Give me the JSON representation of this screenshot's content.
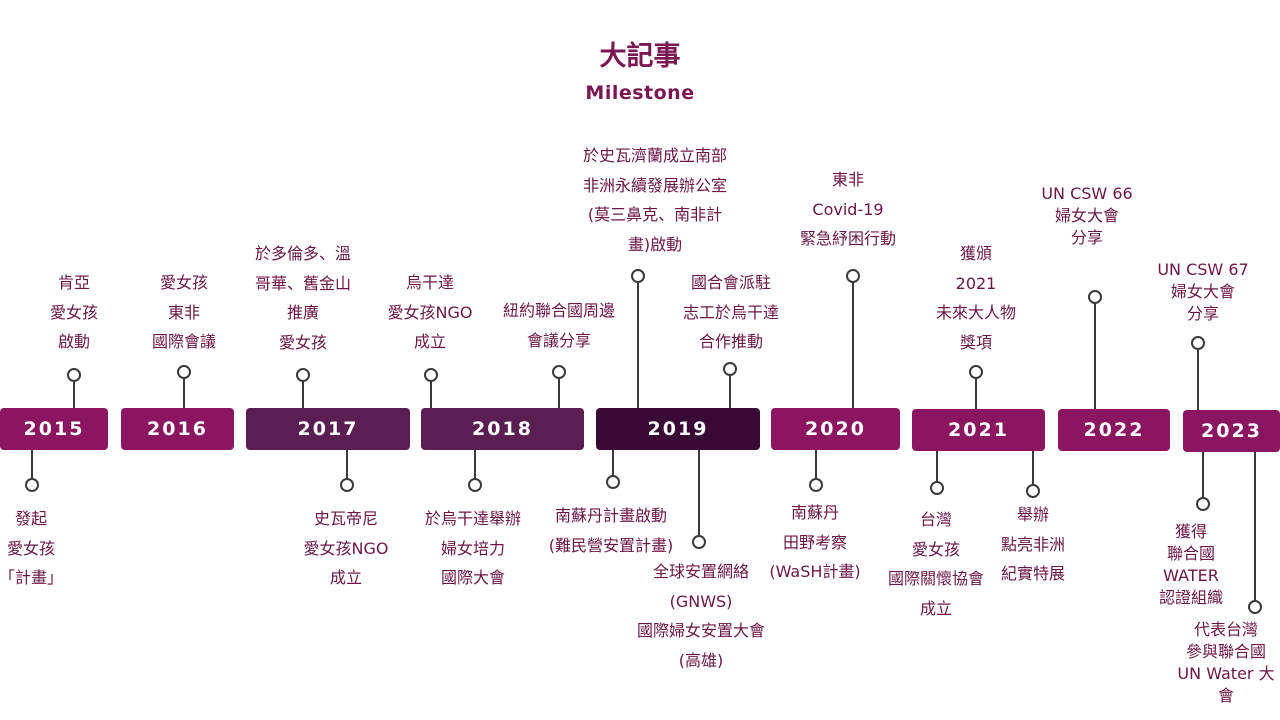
{
  "title": "大記事",
  "subtitle": "Milestone",
  "years": [
    {
      "label": "2015",
      "color": "#8b1560"
    },
    {
      "label": "2016",
      "color": "#8b1560"
    },
    {
      "label": "2017",
      "color": "#5a1e52"
    },
    {
      "label": "2018",
      "color": "#5a1e52"
    },
    {
      "label": "2019",
      "color": "#3a0a36"
    },
    {
      "label": "2020",
      "color": "#8b1560"
    },
    {
      "label": "2021",
      "color": "#8b1560"
    },
    {
      "label": "2022",
      "color": "#8b1560"
    },
    {
      "label": "2023",
      "color": "#8b1560"
    }
  ],
  "events": {
    "e2015_top": "肯亞\n愛女孩\n啟動",
    "e2015_bottom": "發起\n愛女孩\n「計畫」",
    "e2016_top": "愛女孩\n東非\n國際會議",
    "e2017_top": "於多倫多、溫\n哥華、舊金山\n推廣\n愛女孩",
    "e2017_bottom": "史瓦帝尼\n愛女孩NGO\n成立",
    "e2018_top1": "烏干達\n愛女孩NGO\n成立",
    "e2018_top2": "紐約聯合國周邊\n會議分享",
    "e2018_bottom": "於烏干達舉辦\n婦女培力\n國際大會",
    "e2019_top1": "於史瓦濟蘭成立南部\n非洲永續發展辦公室\n(莫三鼻克、南非計\n畫)啟動",
    "e2019_top2": "國合會派駐\n志工於烏干達\n合作推動",
    "e2019_bottom1": "南蘇丹計畫啟動\n(難民營安置計畫)",
    "e2019_bottom2": "全球安置網絡\n(GNWS)\n國際婦女安置大會\n(高雄)",
    "e2020_top": "東非\nCovid-19\n緊急紓困行動",
    "e2020_bottom": "南蘇丹\n田野考察\n(WaSH計畫)",
    "e2021_top": "獲頒\n2021\n未來大人物\n獎項",
    "e2021_bottom1": "台灣\n愛女孩\n國際關懷協會\n成立",
    "e2021_bottom2": "舉辦\n點亮非洲\n紀實特展",
    "e2022_top": "UN CSW 66\n婦女大會\n分享",
    "e2023_top": "UN CSW 67\n婦女大會\n分享",
    "e2023_bottom1": "獲得\n聯合國\nWATER\n認證組織",
    "e2023_bottom2": "代表台灣\n參與聯合國\nUN Water 大\n會"
  }
}
